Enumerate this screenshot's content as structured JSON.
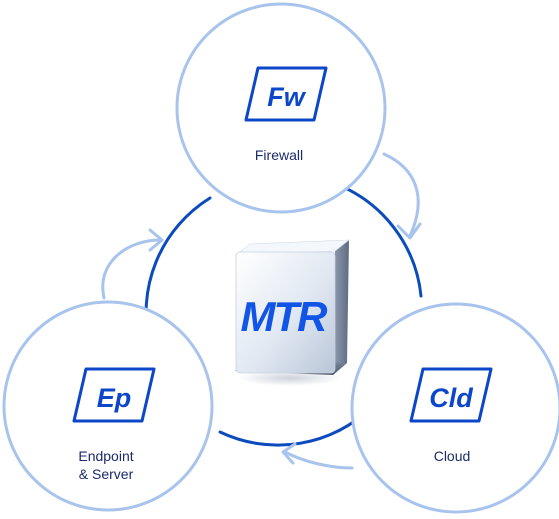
{
  "center": {
    "label": "MTR"
  },
  "nodes": [
    {
      "id": "firewall",
      "abbr": "Fw",
      "label_lines": [
        "Firewall"
      ]
    },
    {
      "id": "endpoint",
      "abbr": "Ep",
      "label_lines": [
        "Endpoint",
        "& Server"
      ]
    },
    {
      "id": "cloud",
      "abbr": "Cld",
      "label_lines": [
        "Cloud"
      ]
    }
  ],
  "colors": {
    "ring": "#0c4bbd",
    "node_outline": "#a8c4ec",
    "connector": "#a8c4ec",
    "badge": "#0d47c9",
    "label": "#1c2a6b"
  }
}
